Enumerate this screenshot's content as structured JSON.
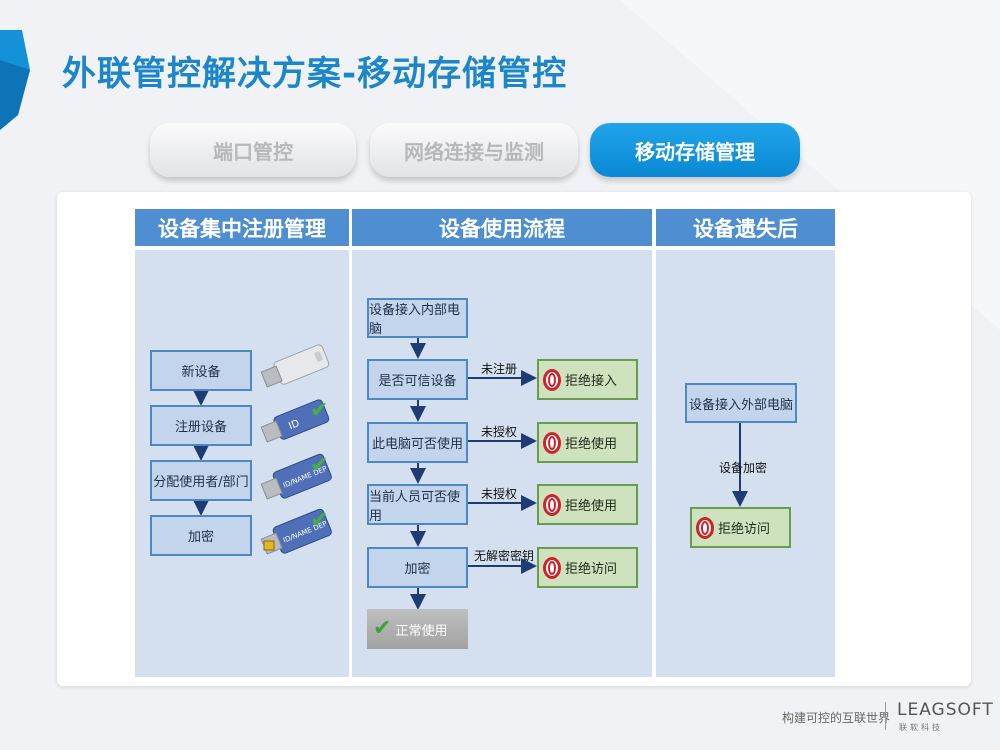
{
  "title": "外联管控解决方案-移动存储管控",
  "tabs": [
    {
      "label": "端口管控",
      "active": false
    },
    {
      "label": "网络连接与监测",
      "active": false
    },
    {
      "label": "移动存储管理",
      "active": true
    }
  ],
  "columns": [
    "设备集中注册管理",
    "设备使用流程",
    "设备遗失后"
  ],
  "registration": {
    "steps": [
      "新设备",
      "注册设备",
      "分配使用者/部门",
      "加密"
    ],
    "usb_tags": [
      "ID",
      "ID/NAME DEP",
      "ID/NAME DEP"
    ]
  },
  "flow": {
    "steps": [
      "设备接入内部电脑",
      "是否可信设备",
      "此电脑可否使用",
      "当前人员可否使用",
      "加密"
    ],
    "conditions": [
      "未注册",
      "未授权",
      "未授权",
      "无解密密钥"
    ],
    "results": [
      "拒绝接入",
      "拒绝使用",
      "拒绝使用",
      "拒绝访问"
    ],
    "normal": "正常使用"
  },
  "lost": {
    "step": "设备接入外部电脑",
    "label": "设备加密",
    "result": "拒绝访问"
  },
  "footer": {
    "slogan": "构建可控的互联世界",
    "logo": "LEAGSOFT",
    "logo_sub": "联软科技"
  },
  "colors": {
    "accent": "#1b86c9",
    "header": "#4f8ed0",
    "body": "#d4e0ef"
  }
}
